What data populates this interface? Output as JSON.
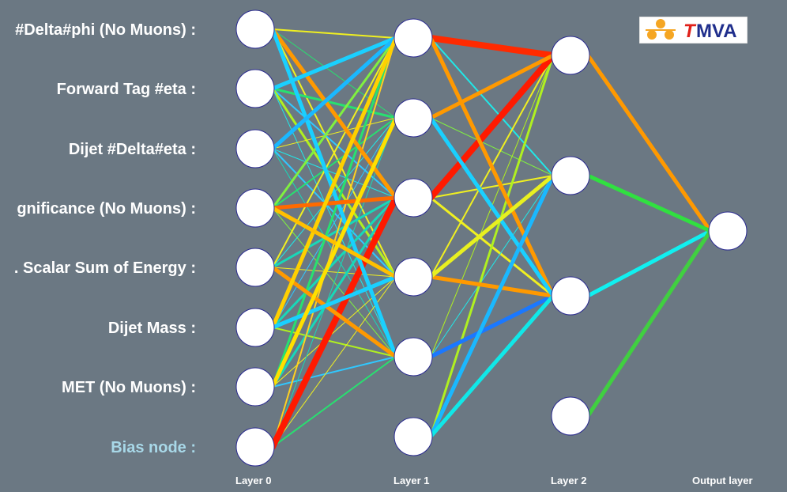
{
  "inputs": [
    "#Delta#phi (No Muons) :",
    "Forward Tag #eta :",
    "Dijet #Delta#eta :",
    "gnificance (No Muons) :",
    ". Scalar Sum of Energy :",
    "Dijet Mass :",
    "MET (No Muons) :",
    "Bias node :"
  ],
  "layers": [
    "Layer 0",
    "Layer 1",
    "Layer 2",
    "Output layer"
  ],
  "logo": {
    "text": "TMVA",
    "colors": {
      "t": "#e0201a",
      "mva": "#1f2e8c",
      "orange": "#f5a623"
    }
  },
  "colors": {
    "background": "#6b7883",
    "node": "#ffffff",
    "node_border": "#2a2a90"
  },
  "network": {
    "layer_sizes": [
      8,
      6,
      4,
      1
    ],
    "strong_edges": [
      {
        "from": [
          0,
          7
        ],
        "to": [
          1,
          2
        ],
        "color": "#ff1a00"
      },
      {
        "from": [
          1,
          0
        ],
        "to": [
          2,
          0
        ],
        "color": "#ff2a00"
      },
      {
        "from": [
          1,
          2
        ],
        "to": [
          2,
          0
        ],
        "color": "#ff1a00"
      },
      {
        "from": [
          1,
          4
        ],
        "to": [
          2,
          2
        ],
        "color": "#1a78ff"
      },
      {
        "from": [
          1,
          1
        ],
        "to": [
          2,
          0
        ],
        "color": "#ff9900"
      },
      {
        "from": [
          1,
          0
        ],
        "to": [
          2,
          2
        ],
        "color": "#ff9900"
      },
      {
        "from": [
          1,
          3
        ],
        "to": [
          2,
          2
        ],
        "color": "#ff9900"
      },
      {
        "from": [
          1,
          1
        ],
        "to": [
          2,
          2
        ],
        "color": "#1ad0ff"
      },
      {
        "from": [
          1,
          5
        ],
        "to": [
          2,
          1
        ],
        "color": "#1ab8ff"
      },
      {
        "from": [
          1,
          5
        ],
        "to": [
          2,
          2
        ],
        "color": "#10e8e8"
      },
      {
        "from": [
          1,
          3
        ],
        "to": [
          2,
          1
        ],
        "color": "#e8f020"
      },
      {
        "from": [
          2,
          0
        ],
        "to": [
          3,
          0
        ],
        "color": "#ff9900"
      },
      {
        "from": [
          2,
          2
        ],
        "to": [
          3,
          0
        ],
        "color": "#10f0f0"
      },
      {
        "from": [
          2,
          1
        ],
        "to": [
          3,
          0
        ],
        "color": "#30e040"
      },
      {
        "from": [
          2,
          3
        ],
        "to": [
          3,
          0
        ],
        "color": "#40d040"
      },
      {
        "from": [
          0,
          0
        ],
        "to": [
          1,
          2
        ],
        "color": "#ff9900"
      },
      {
        "from": [
          0,
          0
        ],
        "to": [
          1,
          4
        ],
        "color": "#1ad0ff"
      },
      {
        "from": [
          0,
          1
        ],
        "to": [
          1,
          0
        ],
        "color": "#1ad0ff"
      },
      {
        "from": [
          0,
          2
        ],
        "to": [
          1,
          0
        ],
        "color": "#1ab8ff"
      },
      {
        "from": [
          0,
          3
        ],
        "to": [
          1,
          2
        ],
        "color": "#ff6a00"
      },
      {
        "from": [
          0,
          4
        ],
        "to": [
          1,
          4
        ],
        "color": "#ff9900"
      },
      {
        "from": [
          0,
          5
        ],
        "to": [
          1,
          0
        ],
        "color": "#ffd000"
      },
      {
        "from": [
          0,
          5
        ],
        "to": [
          1,
          3
        ],
        "color": "#1ad0ff"
      },
      {
        "from": [
          0,
          3
        ],
        "to": [
          1,
          3
        ],
        "color": "#ffc000"
      },
      {
        "from": [
          0,
          6
        ],
        "to": [
          1,
          1
        ],
        "color": "#ffe000"
      }
    ]
  }
}
